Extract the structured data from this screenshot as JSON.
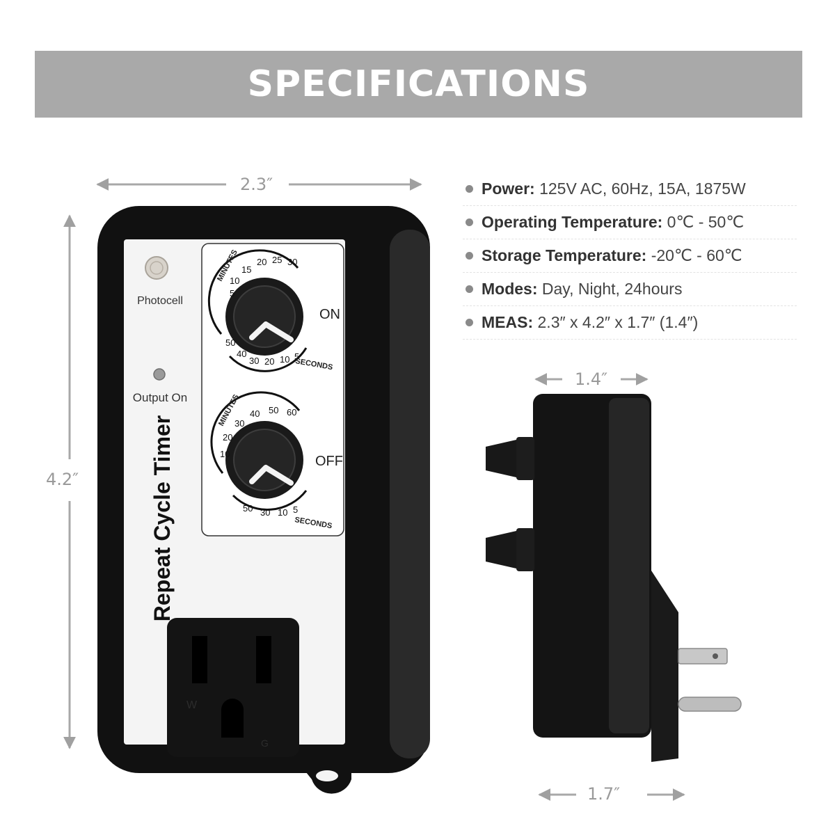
{
  "banner": {
    "title": "SPECIFICATIONS"
  },
  "specs": [
    {
      "label": "Power:",
      "value": " 125V AC, 60Hz, 15A, 1875W"
    },
    {
      "label": "Operating Temperature:",
      "value": " 0℃ - 50℃"
    },
    {
      "label": "Storage Temperature:",
      "value": " -20℃ - 60℃"
    },
    {
      "label": "Modes:",
      "value": " Day, Night, 24hours"
    },
    {
      "label": "MEAS:",
      "value": " 2.3″ x 4.2″ x 1.7″ (1.4″)"
    }
  ],
  "dimensions": {
    "front_width": "2.3″",
    "front_height": "4.2″",
    "side_top": "1.4″",
    "side_bottom": "1.7″"
  },
  "device": {
    "photocell_label": "Photocell",
    "output_label": "Output On",
    "product_name": "Repeat Cycle Timer",
    "on_label": "ON",
    "off_label": "OFF",
    "minutes_label": "MINUTES",
    "seconds_label": "SECONDS",
    "on_minute_ticks": [
      "5",
      "10",
      "15",
      "20",
      "25",
      "30"
    ],
    "on_second_ticks": [
      "50",
      "40",
      "30",
      "20",
      "10",
      "5"
    ],
    "off_minute_ticks": [
      "10",
      "20",
      "30",
      "40",
      "50",
      "60"
    ],
    "off_second_ticks": [
      "50",
      "30",
      "10",
      "5"
    ],
    "outlet_w": "W",
    "outlet_g": "G"
  }
}
